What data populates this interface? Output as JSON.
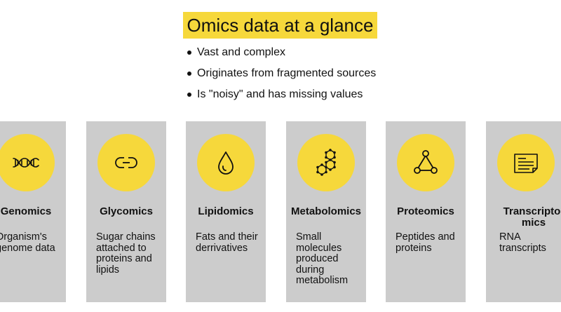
{
  "title": "Omics data at a glance",
  "bullets": [
    "Vast and complex",
    "Originates from fragmented sources",
    "Is \"noisy\" and has missing values"
  ],
  "cards": [
    {
      "title": "Genomics",
      "description": "Organism's genome data",
      "icon": "dna-icon"
    },
    {
      "title": "Glycomics",
      "description": "Sugar chains attached to proteins and lipids",
      "icon": "chain-link-icon"
    },
    {
      "title": "Lipidomics",
      "description": "Fats and their derrivatives",
      "icon": "droplet-icon"
    },
    {
      "title": "Metabolomics",
      "description": "Small molecules produced during metabolism",
      "icon": "molecule-icon"
    },
    {
      "title": "Proteomics",
      "description": "Peptides and proteins",
      "icon": "triangle-network-icon"
    },
    {
      "title": "Transcripto-\nmics",
      "description": "RNA transcripts",
      "icon": "document-icon"
    }
  ],
  "colors": {
    "accent": "#f6d83b",
    "card": "#cccccc",
    "text": "#111111"
  }
}
